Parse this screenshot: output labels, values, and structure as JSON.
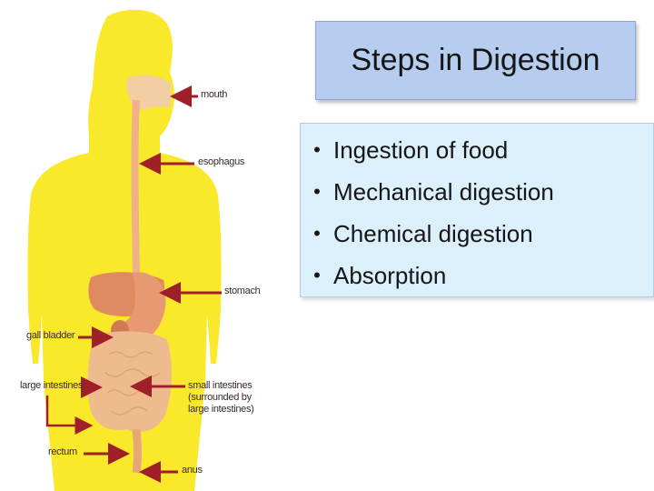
{
  "title": "Steps in Digestion",
  "steps": [
    "Ingestion of food",
    "Mechanical digestion",
    "Chemical digestion",
    "Absorption"
  ],
  "diagram_labels": {
    "mouth": "mouth",
    "esophagus": "esophagus",
    "stomach": "stomach",
    "gall_bladder": "gall bladder",
    "large_intestines": "large intestines",
    "small_intestines": [
      "small intestines",
      "(surrounded by",
      "large intestines)"
    ],
    "rectum": "rectum",
    "anus": "anus"
  },
  "colors": {
    "body": "#fae82a",
    "organ": "#e79a72",
    "intestine": "#eebb8e",
    "arrow": "#a0202a",
    "title_bg": "#b7cdf0",
    "list_bg": "#dcf0fb"
  }
}
